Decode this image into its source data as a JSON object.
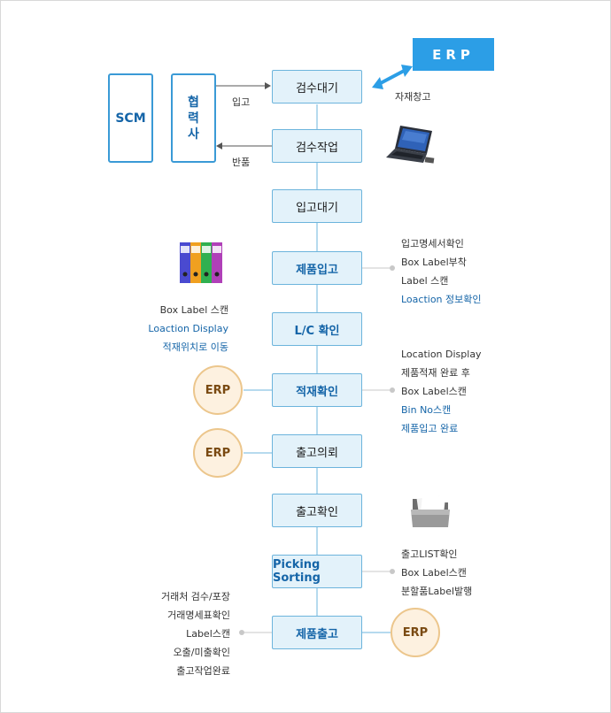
{
  "scm": "SCM",
  "partner": [
    "협",
    "력",
    "사"
  ],
  "erp_header": "ERP",
  "erp_circle": "ERP",
  "arrows": {
    "incoming": "입고",
    "returned": "반품",
    "material_warehouse": "자재창고"
  },
  "steps": [
    {
      "label": "검수대기",
      "bold": false
    },
    {
      "label": "검수작업",
      "bold": false
    },
    {
      "label": "입고대기",
      "bold": false
    },
    {
      "label": "제품입고",
      "bold": true
    },
    {
      "label": "L/C 확인",
      "bold": true
    },
    {
      "label": "적재확인",
      "bold": true
    },
    {
      "label": "출고의뢰",
      "bold": false
    },
    {
      "label": "출고확인",
      "bold": false
    },
    {
      "label": "Picking Sorting",
      "bold": true
    },
    {
      "label": "제품출고",
      "bold": true
    }
  ],
  "notes": {
    "product_receipt": [
      "입고명세서확인",
      "Box Label부착",
      "Label 스캔",
      "Loaction 정보확인"
    ],
    "lc_check": [
      "Box Label 스캔",
      "Loaction Display",
      "적재위치로 이동"
    ],
    "load_check": [
      "Location Display",
      "제품적재 완료 후",
      "Box Label스캔",
      "Bin No스캔",
      "제품입고 완료"
    ],
    "picking": [
      "출고LIST확인",
      "Box Label스캔",
      "분할품Label발행"
    ],
    "shipping": [
      "거래처 검수/포장",
      "거래명세표확인",
      "Label스캔",
      "오출/미출확인",
      "출고작업완료"
    ]
  },
  "icons": [
    "laptop-icon",
    "binders-icon",
    "folder-icon",
    "double-arrow-icon"
  ]
}
